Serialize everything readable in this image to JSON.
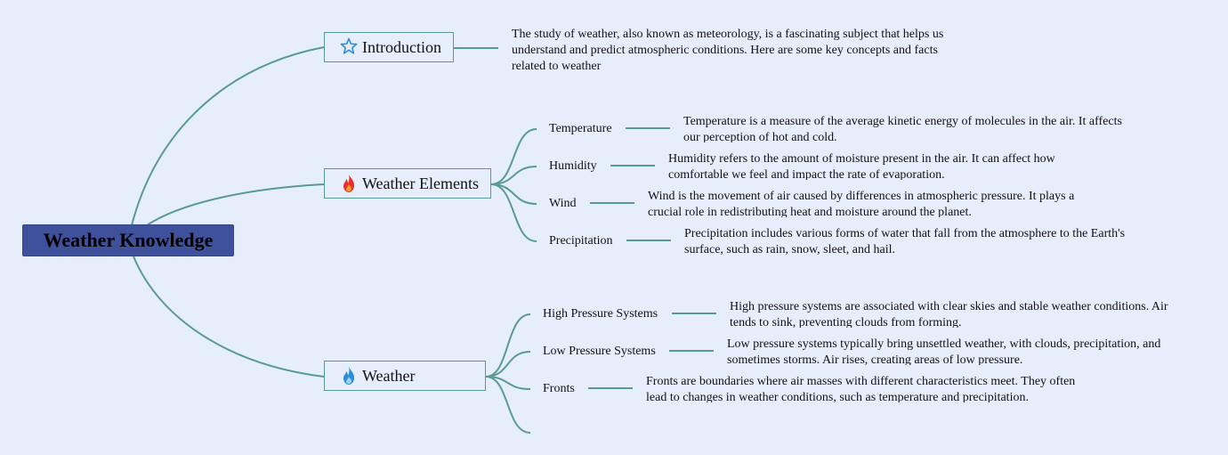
{
  "root": {
    "title": "Weather Knowledge"
  },
  "branches": [
    {
      "label": "Introduction",
      "icon": "star-icon",
      "description": "The study of weather, also known as meteorology, is a fascinating subject that helps us understand and predict atmospheric conditions. Here are some key concepts and facts related to weather",
      "children": []
    },
    {
      "label": "Weather Elements",
      "icon": "fire-icon",
      "children": [
        {
          "label": "Temperature",
          "description": "Temperature is a measure of the average kinetic energy of molecules in the air. It affects our perception of hot and cold."
        },
        {
          "label": "Humidity",
          "description": "Humidity refers to the amount of moisture present in the air. It can affect how comfortable we feel and impact the rate of evaporation."
        },
        {
          "label": "Wind",
          "description": "Wind is the movement of air caused by differences in atmospheric pressure. It plays a crucial role in redistributing heat and moisture around the planet."
        },
        {
          "label": "Precipitation",
          "description": "Precipitation includes various forms of water that fall from the atmosphere to the Earth's surface, such as rain, snow, sleet, and hail."
        }
      ]
    },
    {
      "label": "Weather",
      "icon": "water-drop-flame-icon",
      "children": [
        {
          "label": "High Pressure Systems",
          "description": "High pressure systems are associated with clear skies and stable weather conditions. Air tends to sink, preventing clouds from forming."
        },
        {
          "label": "Low Pressure Systems",
          "description": "Low pressure systems typically bring unsettled weather, with clouds, precipitation, and sometimes storms. Air rises, creating areas of low pressure."
        },
        {
          "label": "Fronts",
          "description": "Fronts are boundaries where air masses with different characteristics meet. They often lead to changes in weather conditions, such as temperature and precipitation."
        },
        {
          "label": "",
          "description": ""
        }
      ]
    }
  ],
  "colors": {
    "background": "#e6eefc",
    "root_fill": "#3f519a",
    "connector": "#5a9a95"
  }
}
